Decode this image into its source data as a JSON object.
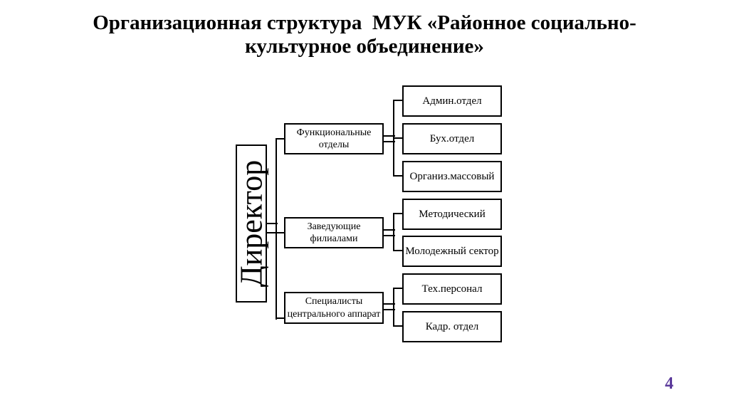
{
  "page": {
    "background": "#ffffff",
    "page_number": "4",
    "page_number_color": "#5b3a9b",
    "line_color": "#000000"
  },
  "title": {
    "line1": "Организационная структура  МУК «Районное социально-",
    "line2": "культурное объединение»"
  },
  "org_chart": {
    "type": "org-structure-diagram",
    "root": {
      "label": "Директор"
    },
    "groups": [
      {
        "label": "Функциональные отделы",
        "children": [
          "Админ.отдел",
          "Бух.отдел",
          "Организ.массовый"
        ]
      },
      {
        "label": "Заведующие филиалами",
        "children": [
          "Методический",
          "Молодежный сектор"
        ]
      },
      {
        "label": "Специалисты центрального аппарат",
        "children": [
          "Тех.персонал",
          "Кадр. отдел"
        ]
      }
    ]
  }
}
